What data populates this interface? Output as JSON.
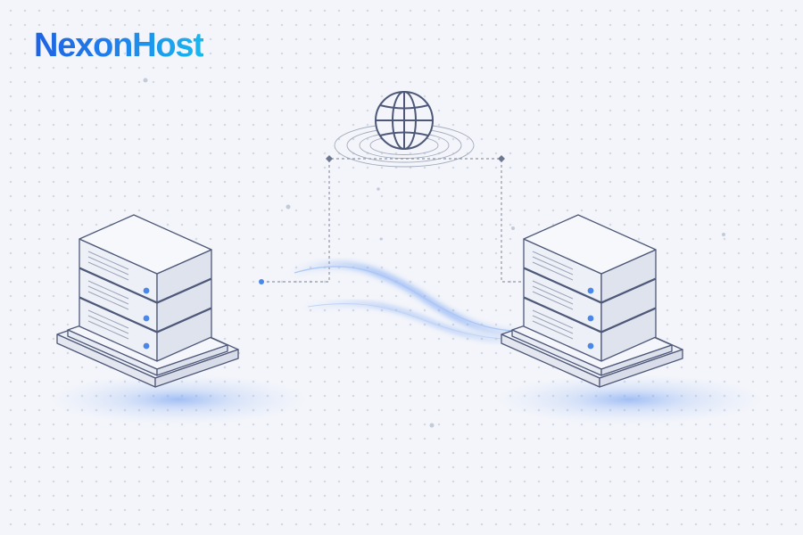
{
  "brand": {
    "name": "NexonHost"
  },
  "colors": {
    "background": "#f3f5fa",
    "accent": "#4a87e8",
    "outline": "#4e5878",
    "logo_start": "#1f62e3",
    "logo_end": "#17b9ee"
  },
  "illustration": {
    "icons": [
      "globe-icon",
      "server-stack-left",
      "server-stack-right",
      "data-stream"
    ]
  }
}
